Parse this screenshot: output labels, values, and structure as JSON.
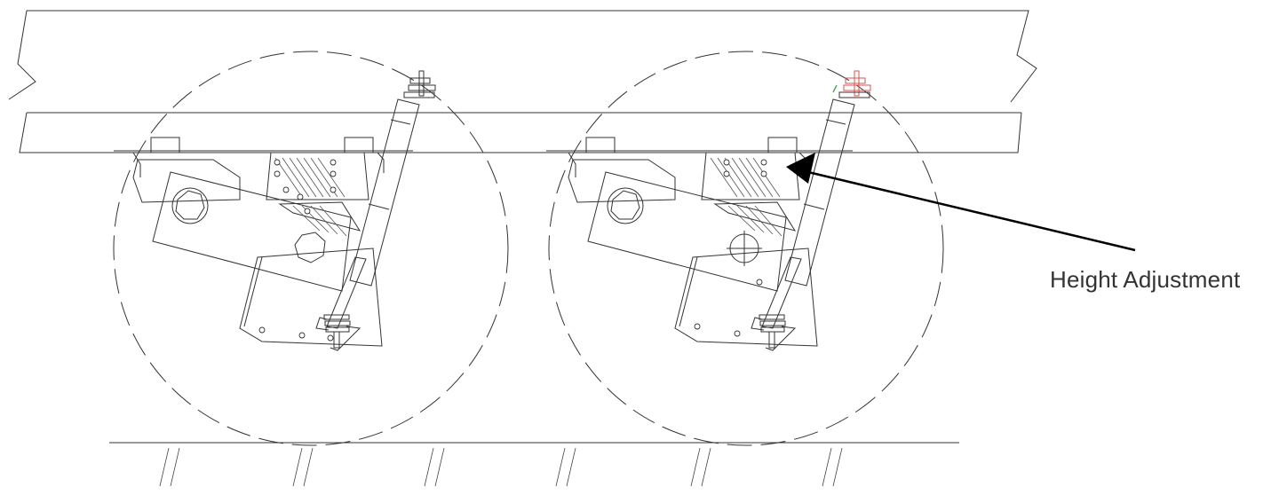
{
  "diagram": {
    "callout_label": "Height Adjustment",
    "colors": {
      "line": "#333333",
      "accent_nut": "#d9534f",
      "accent_washer": "#4caf50"
    },
    "components": [
      "trailer-frame",
      "wheel-outline",
      "suspension-hanger",
      "torsion-arm",
      "shock-absorber",
      "ground-line"
    ]
  }
}
